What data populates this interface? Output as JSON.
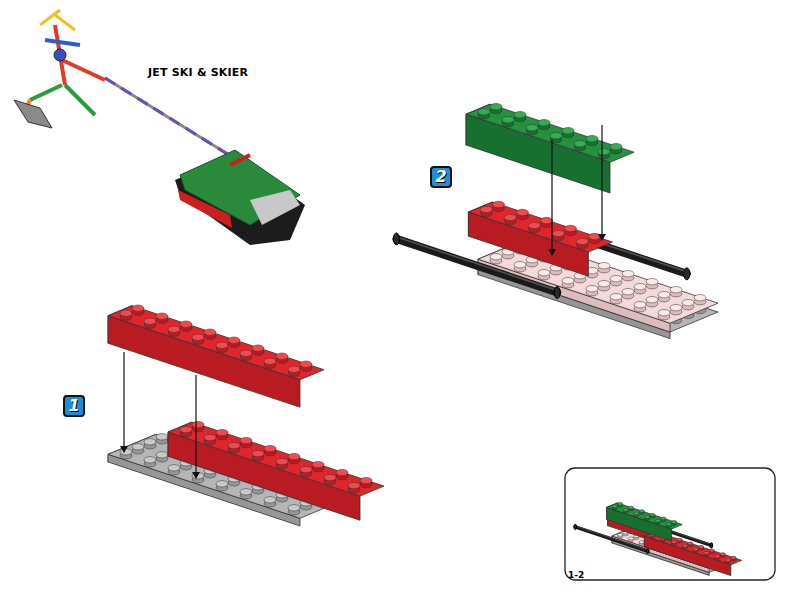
{
  "diagram": {
    "title": "JET SKI & SKIER",
    "nodes": [
      {
        "text": [
          "2"
        ]
      },
      {
        "text": [
          "1"
        ]
      }
    ],
    "labels": [
      "1-2"
    ]
  }
}
